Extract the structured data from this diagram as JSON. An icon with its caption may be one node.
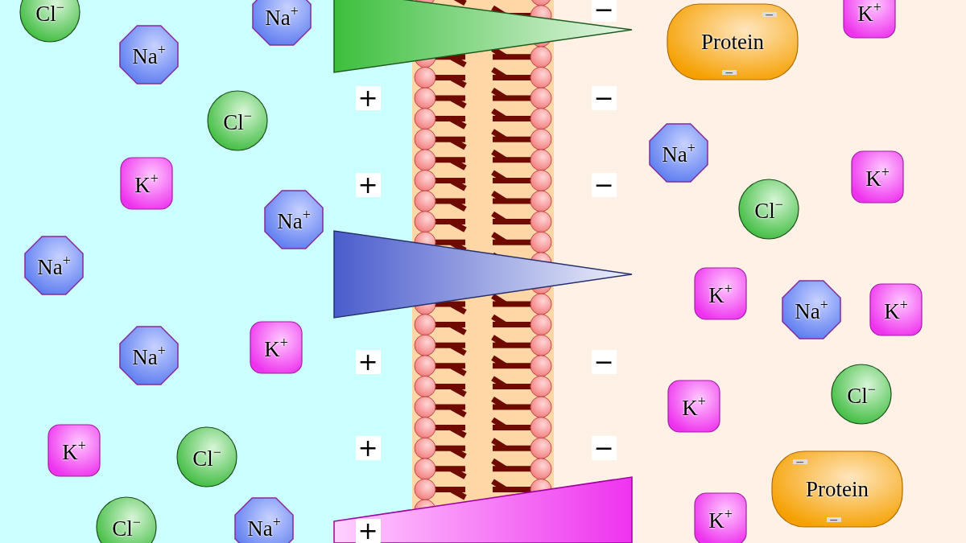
{
  "diagram": {
    "nodes": [
      {
        "text": [
          "Cl$^{−}$"
        ]
      },
      {
        "text": [
          "Na$^{+}$"
        ]
      },
      {
        "text": [
          "K$^{+}$"
        ]
      },
      {
        "text": [
          "Protein",
          "−",
          "−"
        ]
      },
      {
        "text": [
          "Na$^{+}$"
        ]
      },
      {
        "text": [
          "Cl$^{−}$"
        ]
      },
      {
        "text": [
          "Na$^{+}$"
        ]
      },
      {
        "text": [
          "K$^{+}$"
        ]
      },
      {
        "text": [
          "K$^{+}$"
        ]
      },
      {
        "text": [
          "Cl$^{−}$"
        ]
      },
      {
        "text": [
          "Na$^{+}$"
        ]
      },
      {
        "text": [
          "Na$^{+}$"
        ]
      },
      {
        "text": [
          "K$^{+}$"
        ]
      },
      {
        "text": [
          "Na$^{+}$"
        ]
      },
      {
        "text": [
          "K$^{+}$"
        ]
      },
      {
        "text": [
          "Na$^{+}$"
        ]
      },
      {
        "text": [
          "K$^{+}$"
        ]
      },
      {
        "text": [
          "K$^{+}$"
        ]
      },
      {
        "text": [
          "Cl$^{−}$"
        ]
      },
      {
        "text": [
          "K$^{+}$"
        ]
      },
      {
        "text": [
          "Cl$^{−}$"
        ]
      },
      {
        "text": [
          "Protein",
          "−",
          "−"
        ]
      },
      {
        "text": [
          "K$^{+}$"
        ]
      },
      {
        "text": [
          "Cl$^{−}$"
        ]
      },
      {
        "text": [
          "Na$^{+}$"
        ]
      }
    ],
    "labels": [
      "−",
      "+",
      "−",
      "+",
      "−",
      "+",
      "−",
      "+",
      "−",
      "+"
    ]
  }
}
